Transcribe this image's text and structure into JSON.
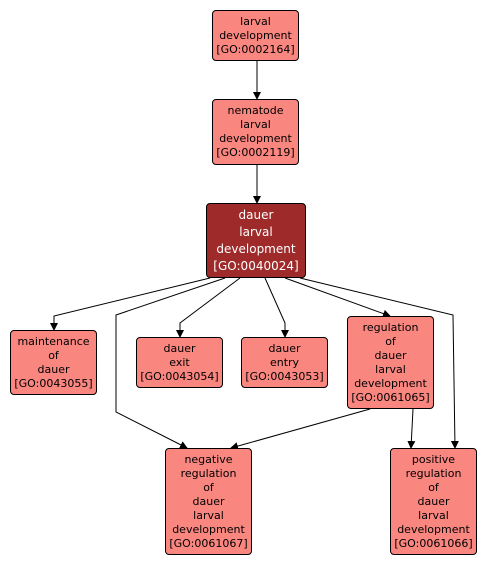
{
  "nodes": [
    {
      "id": "n0",
      "lines": [
        "larval",
        "development",
        "[GO:0002164]"
      ]
    },
    {
      "id": "n1",
      "lines": [
        "nematode",
        "larval",
        "development",
        "[GO:0002119]"
      ]
    },
    {
      "id": "n2",
      "lines": [
        "dauer",
        "larval",
        "development",
        "[GO:0040024]"
      ],
      "selected": true
    },
    {
      "id": "n3",
      "lines": [
        "maintenance",
        "of",
        "dauer",
        "[GO:0043055]"
      ]
    },
    {
      "id": "n4",
      "lines": [
        "dauer",
        "exit",
        "[GO:0043054]"
      ]
    },
    {
      "id": "n5",
      "lines": [
        "dauer",
        "entry",
        "[GO:0043053]"
      ]
    },
    {
      "id": "n6",
      "lines": [
        "regulation",
        "of",
        "dauer",
        "larval",
        "development",
        "[GO:0061065]"
      ]
    },
    {
      "id": "n7",
      "lines": [
        "negative",
        "regulation",
        "of",
        "dauer",
        "larval",
        "development",
        "[GO:0061067]"
      ]
    },
    {
      "id": "n8",
      "lines": [
        "positive",
        "regulation",
        "of",
        "dauer",
        "larval",
        "development",
        "[GO:0061066]"
      ]
    }
  ],
  "edges": [
    {
      "from": "n0",
      "to": "n1"
    },
    {
      "from": "n1",
      "to": "n2"
    },
    {
      "from": "n2",
      "to": "n3"
    },
    {
      "from": "n2",
      "to": "n4"
    },
    {
      "from": "n2",
      "to": "n5"
    },
    {
      "from": "n2",
      "to": "n6"
    },
    {
      "from": "n2",
      "to": "n7"
    },
    {
      "from": "n2",
      "to": "n8"
    },
    {
      "from": "n6",
      "to": "n7"
    },
    {
      "from": "n6",
      "to": "n8"
    }
  ]
}
